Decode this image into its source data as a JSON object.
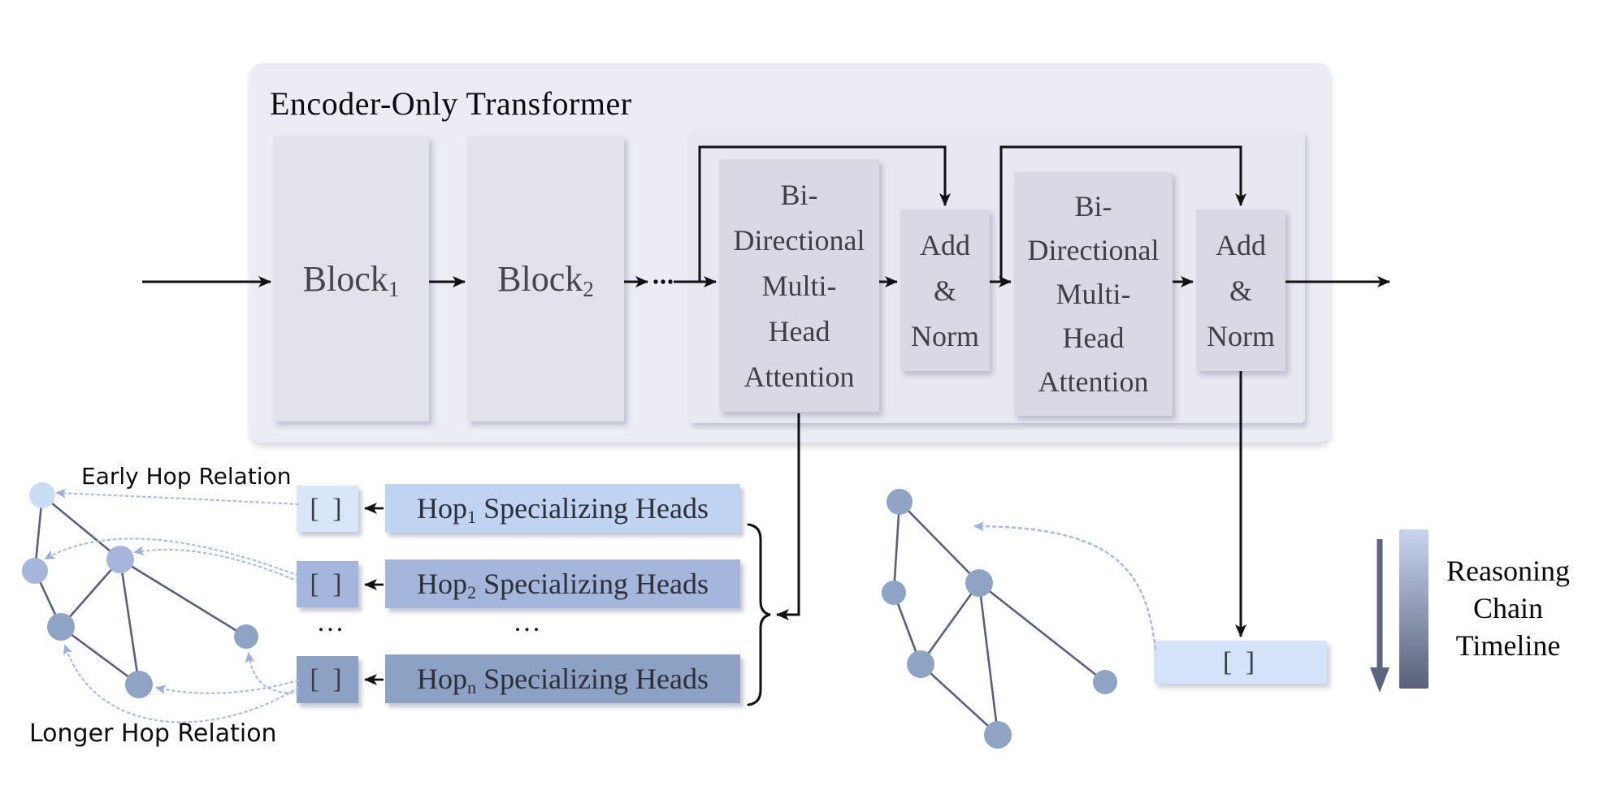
{
  "title": "Encoder-Only Transformer",
  "blocks": [
    {
      "name": "Block",
      "sub": "1"
    },
    {
      "name": "Block",
      "sub": "2"
    }
  ],
  "attention_block": {
    "lines": [
      "Bi-",
      "Directional",
      "Multi-",
      "Head",
      "Attention"
    ]
  },
  "add_norm_block": {
    "lines": [
      "Add",
      "&",
      "Norm"
    ]
  },
  "hop_heads": {
    "rows": [
      {
        "token": "[ ]",
        "label_prefix": "Hop",
        "label_sub": "1",
        "label_rest": " Specializing Heads"
      },
      {
        "token": "[ ]",
        "label_prefix": "Hop",
        "label_sub": "2",
        "label_rest": " Specializing Heads"
      },
      {
        "token": "[ ]",
        "label_prefix": "Hop",
        "label_sub": "n",
        "label_rest": " Specializing Heads"
      }
    ],
    "ellipsis": "..."
  },
  "graph_annotations": {
    "early": "Early Hop Relation",
    "longer": "Longer Hop Relation"
  },
  "output_token": "[ ]",
  "timeline_label": {
    "lines": [
      "Reasoning",
      "Chain",
      "Timeline"
    ]
  },
  "colors": {
    "outer_panel": "#ebecf4",
    "inner_panel": "#e7e8f1",
    "block_box": "#e2e2ec",
    "module_box": "#d9d9e5",
    "hop1_label": "#c0d3f2",
    "hop1_token": "#d9e5f9",
    "hop2": "#a4b6dc",
    "hopn": "#8ca1c4",
    "output_token_bg": "#d4e3f9",
    "node_light": "#cbdcf5",
    "node_mid": "#a6b5db",
    "node_dark": "#8fa3c5",
    "graph_edge": "#5c607c",
    "dotted_relation": "#a9bde2",
    "arrow": "#111111",
    "timeline_gradient_top": "#c9d5f0",
    "timeline_gradient_bottom": "#596078"
  }
}
